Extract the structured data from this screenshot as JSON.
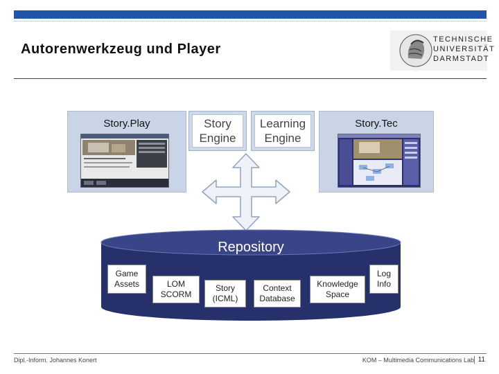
{
  "slide": {
    "title": "Autorenwerkzeug und Player",
    "logo": {
      "line1": "TECHNISCHE",
      "line2": "UNIVERSITÄT",
      "line3": "DARMSTADT"
    }
  },
  "diagram": {
    "story_play_label": "Story.Play",
    "story_tec_label": "Story.Tec",
    "story_engine": "Story Engine",
    "learning_engine": "Learning Engine",
    "repository": {
      "label": "Repository",
      "items": [
        "Game Assets",
        "LOM SCORM",
        "Story (ICML)",
        "Context Database",
        "Knowledge Space",
        "Log Info"
      ]
    }
  },
  "footer": {
    "author": "Dipl.-Inform. Johannes Konert",
    "lab": "KOM – Multimedia Communications Lab",
    "page": "11"
  },
  "colors": {
    "topbar": "#1f56a8",
    "repository_fill": "#26306b",
    "engine_panel": "#cfd9e8"
  }
}
